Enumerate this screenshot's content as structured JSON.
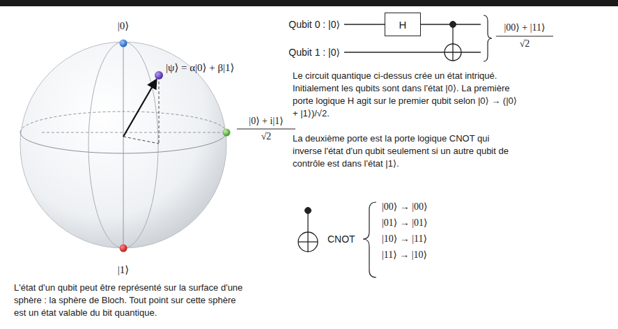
{
  "diagram": {
    "nodes": [
      {
        "text": [
          "H"
        ]
      }
    ],
    "labels": [
      "|0⟩",
      "|ψ⟩ = α|0⟩ + β|1⟩",
      "|0⟩ + i|1⟩",
      "√2",
      "|1⟩",
      "L'état d'un qubit peut être représenté sur la surface d'une sphère : la sphère de Bloch. Tout point sur cette sphère est un état valable du bit quantique.",
      "Qubit 0 : |0⟩",
      "Qubit 1 : |0⟩",
      "|00⟩ + |11⟩",
      "√2",
      "Le circuit quantique ci-dessus crée un état intriqué. Initialement les qubits sont dans l'état |0⟩. La première porte logique H agit sur le premier qubit selon |0⟩ → (|0⟩ + |1⟩)/√2.",
      "La deuxième porte est la porte logique CNOT qui inverse l'état d'un qubit seulement si un autre qubit de contrôle est dans l'état |1⟩.",
      "CNOT",
      "|00⟩ → |00⟩",
      "|01⟩ → |01⟩",
      "|10⟩ → |11⟩",
      "|11⟩ → |10⟩"
    ]
  }
}
